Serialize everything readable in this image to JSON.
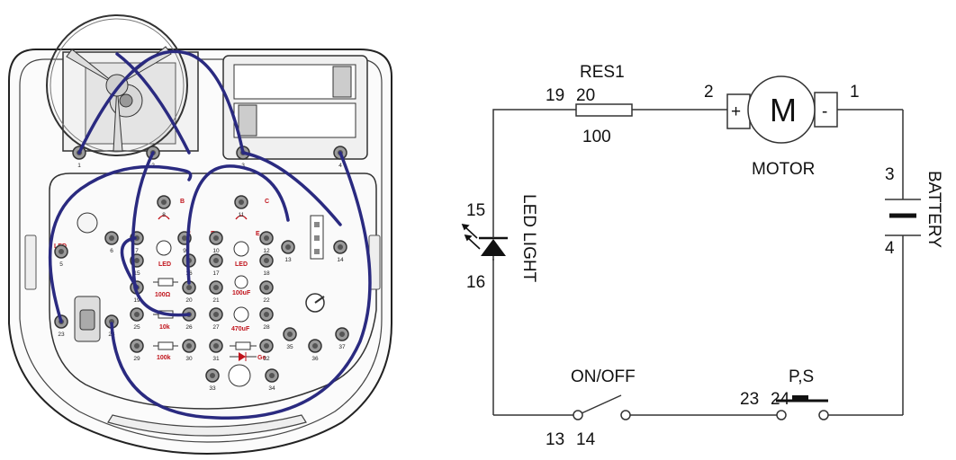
{
  "board": {
    "terminals": [
      "1",
      "2",
      "3",
      "4",
      "5",
      "6",
      "7",
      "8",
      "9",
      "10",
      "11",
      "12",
      "13",
      "14",
      "15",
      "16",
      "17",
      "18",
      "19",
      "20",
      "21",
      "22",
      "23",
      "24",
      "25",
      "26",
      "27",
      "28",
      "29",
      "30",
      "31",
      "32",
      "33",
      "34",
      "35",
      "36",
      "37"
    ],
    "part_labels": {
      "led_left": "LED",
      "led_center": "LED",
      "led_mid": "LED",
      "r100": "100Ω",
      "c100": "100uF",
      "r10k": "10k",
      "c470": "470uF",
      "r100k": "100k",
      "diode": "Ge",
      "lamp_b": "B",
      "lamp_c_left": "C",
      "lamp_e_left": "E",
      "lamp_e_right": "E",
      "lamp_c_right": "C"
    }
  },
  "schematic": {
    "resistor": {
      "name": "RES1",
      "value": "100",
      "pin_a": "19",
      "pin_b": "20"
    },
    "motor": {
      "name": "MOTOR",
      "symbol": "M",
      "plus": "+",
      "minus": "-",
      "pin_plus": "2",
      "pin_minus": "1"
    },
    "battery": {
      "name": "BATTERY",
      "pin_top": "3",
      "pin_bottom": "4"
    },
    "led": {
      "name": "LED LIGHT",
      "pin_top": "15",
      "pin_bottom": "16"
    },
    "switch": {
      "name": "ON/OFF",
      "pin_a": "13",
      "pin_b": "14"
    },
    "push": {
      "name": "P,S",
      "pin_a": "23",
      "pin_b": "24"
    }
  }
}
